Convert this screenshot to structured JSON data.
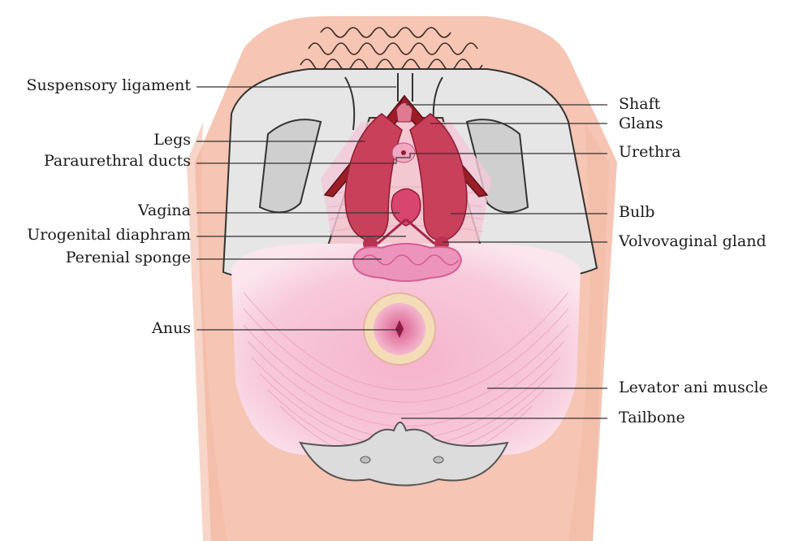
{
  "diagram": {
    "left_labels": [
      {
        "id": "suspensory-ligament",
        "text": "Suspensory ligament"
      },
      {
        "id": "legs",
        "text": "Legs"
      },
      {
        "id": "paraurethral-ducts",
        "text": "Paraurethral ducts"
      },
      {
        "id": "vagina",
        "text": "Vagina"
      },
      {
        "id": "urogenital-diaphram",
        "text": "Urogenital diaphram"
      },
      {
        "id": "perenial-sponge",
        "text": "Perenial sponge"
      },
      {
        "id": "anus",
        "text": "Anus"
      }
    ],
    "right_labels": [
      {
        "id": "shaft",
        "text": "Shaft"
      },
      {
        "id": "glans",
        "text": "Glans"
      },
      {
        "id": "urethra",
        "text": "Urethra"
      },
      {
        "id": "bulb",
        "text": "Bulb"
      },
      {
        "id": "volvovaginal-gland",
        "text": "Volvovaginal gland"
      },
      {
        "id": "levator-ani-muscle",
        "text": "Levator ani muscle"
      },
      {
        "id": "tailbone",
        "text": "Tailbone"
      }
    ],
    "colors": {
      "skin": "#f6c5b3",
      "muscle": "#f2c4d6",
      "bone": "#e8e8e8",
      "clitoris_dark": "#9c1d28",
      "bulb": "#c8405a",
      "sponge": "#e88ab4",
      "anus_ring": "#f4dcb8",
      "leader_line": "#333333"
    }
  }
}
